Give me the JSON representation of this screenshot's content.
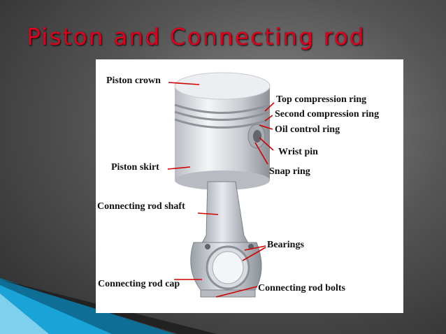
{
  "slide": {
    "title": "Piston and Connecting rod"
  },
  "diagram": {
    "labels": {
      "piston_crown": "Piston crown",
      "top_compression_ring": "Top compression ring",
      "second_compression_ring": "Second compression ring",
      "oil_control_ring": "Oil control ring",
      "wrist_pin": "Wrist pin",
      "snap_ring": "Snap ring",
      "piston_skirt": "Piston skirt",
      "connecting_rod_shaft": "Connecting rod shaft",
      "bearings": "Bearings",
      "connecting_rod_cap": "Connecting rod cap",
      "connecting_rod_bolts": "Connecting rod bolts"
    },
    "colors": {
      "title": "#e0001e",
      "leader_line": "#d40000",
      "accent_blue": "#1aa3d6"
    }
  }
}
